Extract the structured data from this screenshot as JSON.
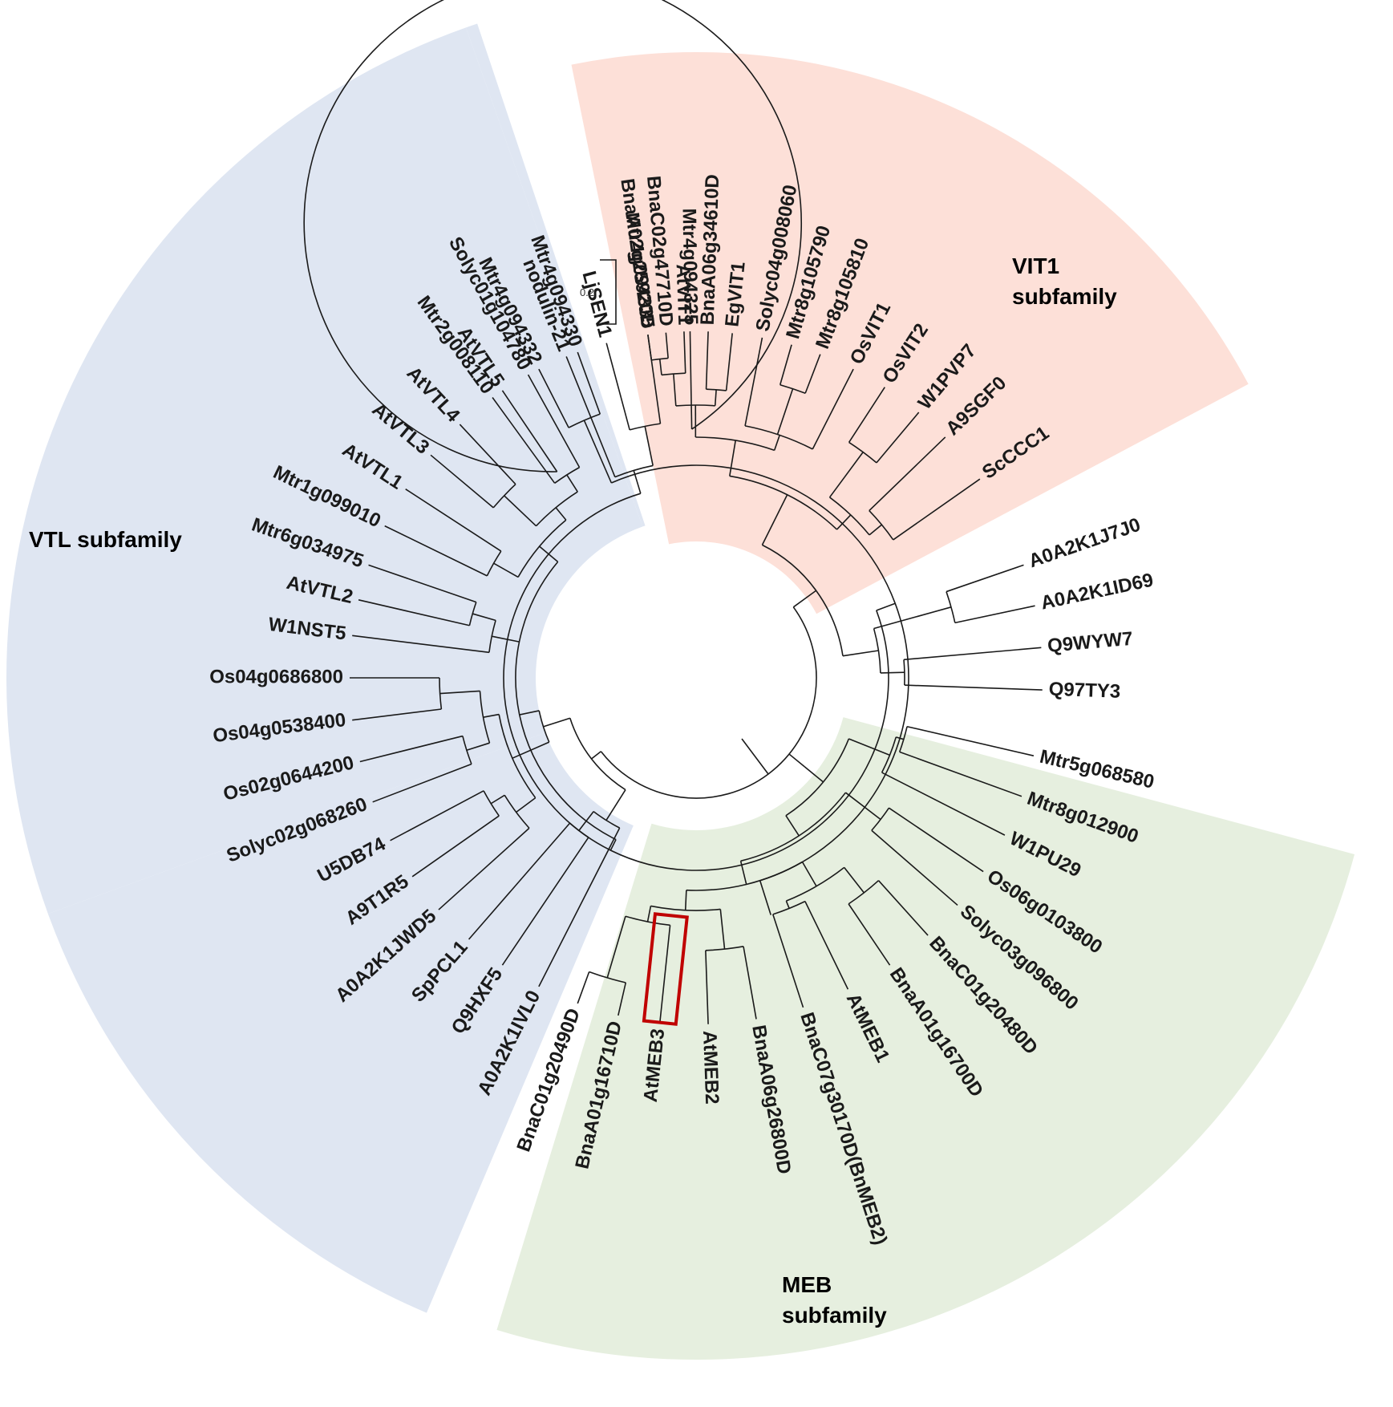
{
  "colors": {
    "vtl": "#dfe6f2",
    "vit1": "#fde0d8",
    "meb": "#e6efdf",
    "highlight": "#c00000",
    "text": "#1a1a1a"
  },
  "scale_bar": {
    "label": "0.2"
  },
  "groups": [
    {
      "id": "vit1",
      "label_lines": [
        "VIT1",
        "subfamily"
      ]
    },
    {
      "id": "vtl",
      "label_lines": [
        "VTL subfamily"
      ]
    },
    {
      "id": "meb",
      "label_lines": [
        "MEB",
        "subfamily"
      ]
    }
  ],
  "leaves": [
    "BnaA02g25920D",
    "BnaC02g47710D",
    "AtVIT1",
    "BnaA06g34610D",
    "EgVIT1",
    "Solyc04g008060",
    "Mtr8g105790",
    "Mtr8g105810",
    "OsVIT1",
    "OsVIT2",
    "W1PVP7",
    "A9SGF0",
    "ScCCC1",
    "A0A2K1J7J0",
    "A0A2K1ID69",
    "Q9WYW7",
    "Q97TY3",
    "Mtr5g068580",
    "Mtr8g012900",
    "W1PU29",
    "Os06g0103800",
    "Solyc03g096800",
    "BnaC01g20480D",
    "BnaA01g16700D",
    "AtMEB1",
    "BnaC07g30170D(BnMEB2)",
    "BnaA06g26800D",
    "AtMEB2",
    "AtMEB3",
    "BnaA01g16710D",
    "BnaC01g20490D",
    "A0A2K1IVL0",
    "Q9HXF5",
    "SpPCL1",
    "A0A2K1JWD5",
    "A9T1R5",
    "U5DB74",
    "Solyc02g068260",
    "Os02g0644200",
    "Os04g0538400",
    "Os04g0686800",
    "W1NST5",
    "AtVTL2",
    "Mtr6g034975",
    "Mtr1g099010",
    "AtVTL1",
    "AtVTL3",
    "AtVTL4",
    "Mtr2g008110",
    "Solyc01g104780",
    "nodulin-21",
    "LjSEN1",
    "Mtr4g094335",
    "Mtr4g094325",
    "AtVTL5",
    "Mtr4g094332",
    "Mtr4g094330"
  ],
  "highlighted_leaf": "AtMEB3"
}
